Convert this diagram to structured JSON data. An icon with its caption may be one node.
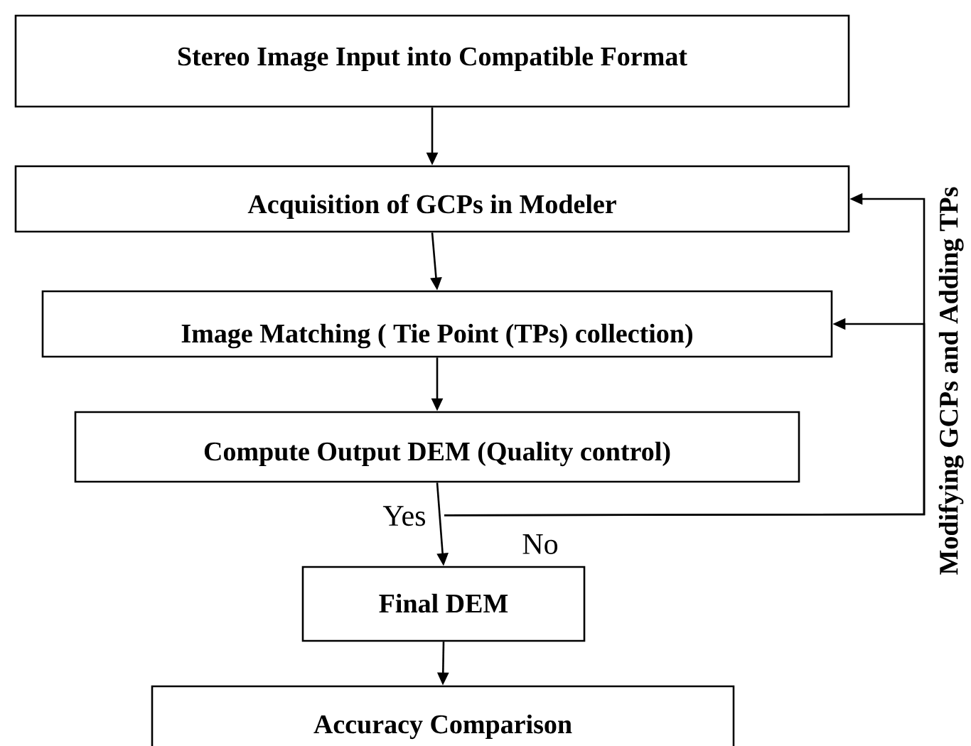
{
  "diagram": {
    "nodes": [
      {
        "text": [
          "Stereo Image Input into Compatible Format"
        ]
      },
      {
        "text": [
          "Acquisition of GCPs in Modeler"
        ]
      },
      {
        "text": [
          "Image Matching ( Tie Point  (TPs) collection)"
        ]
      },
      {
        "text": [
          "Compute Output DEM (Quality control)"
        ]
      },
      {
        "text": [
          "Final DEM"
        ]
      },
      {
        "text": [
          "Accuracy Comparison"
        ]
      }
    ],
    "edges": [
      {
        "from": 0,
        "to": 1,
        "arrow": "to"
      },
      {
        "from": 1,
        "to": 2,
        "arrow": "to"
      },
      {
        "from": 2,
        "to": 3,
        "arrow": "to"
      },
      {
        "from": 3,
        "to": 4,
        "arrow": "to",
        "label": "Yes"
      },
      {
        "from": 4,
        "to": 5,
        "arrow": "to"
      },
      {
        "from": 3,
        "to": 1,
        "arrow": "to"
      },
      {
        "from": 3,
        "to": 2,
        "arrow": "to"
      }
    ],
    "labels": [
      "No",
      "Modifying GCPs and Adding TPs"
    ]
  }
}
